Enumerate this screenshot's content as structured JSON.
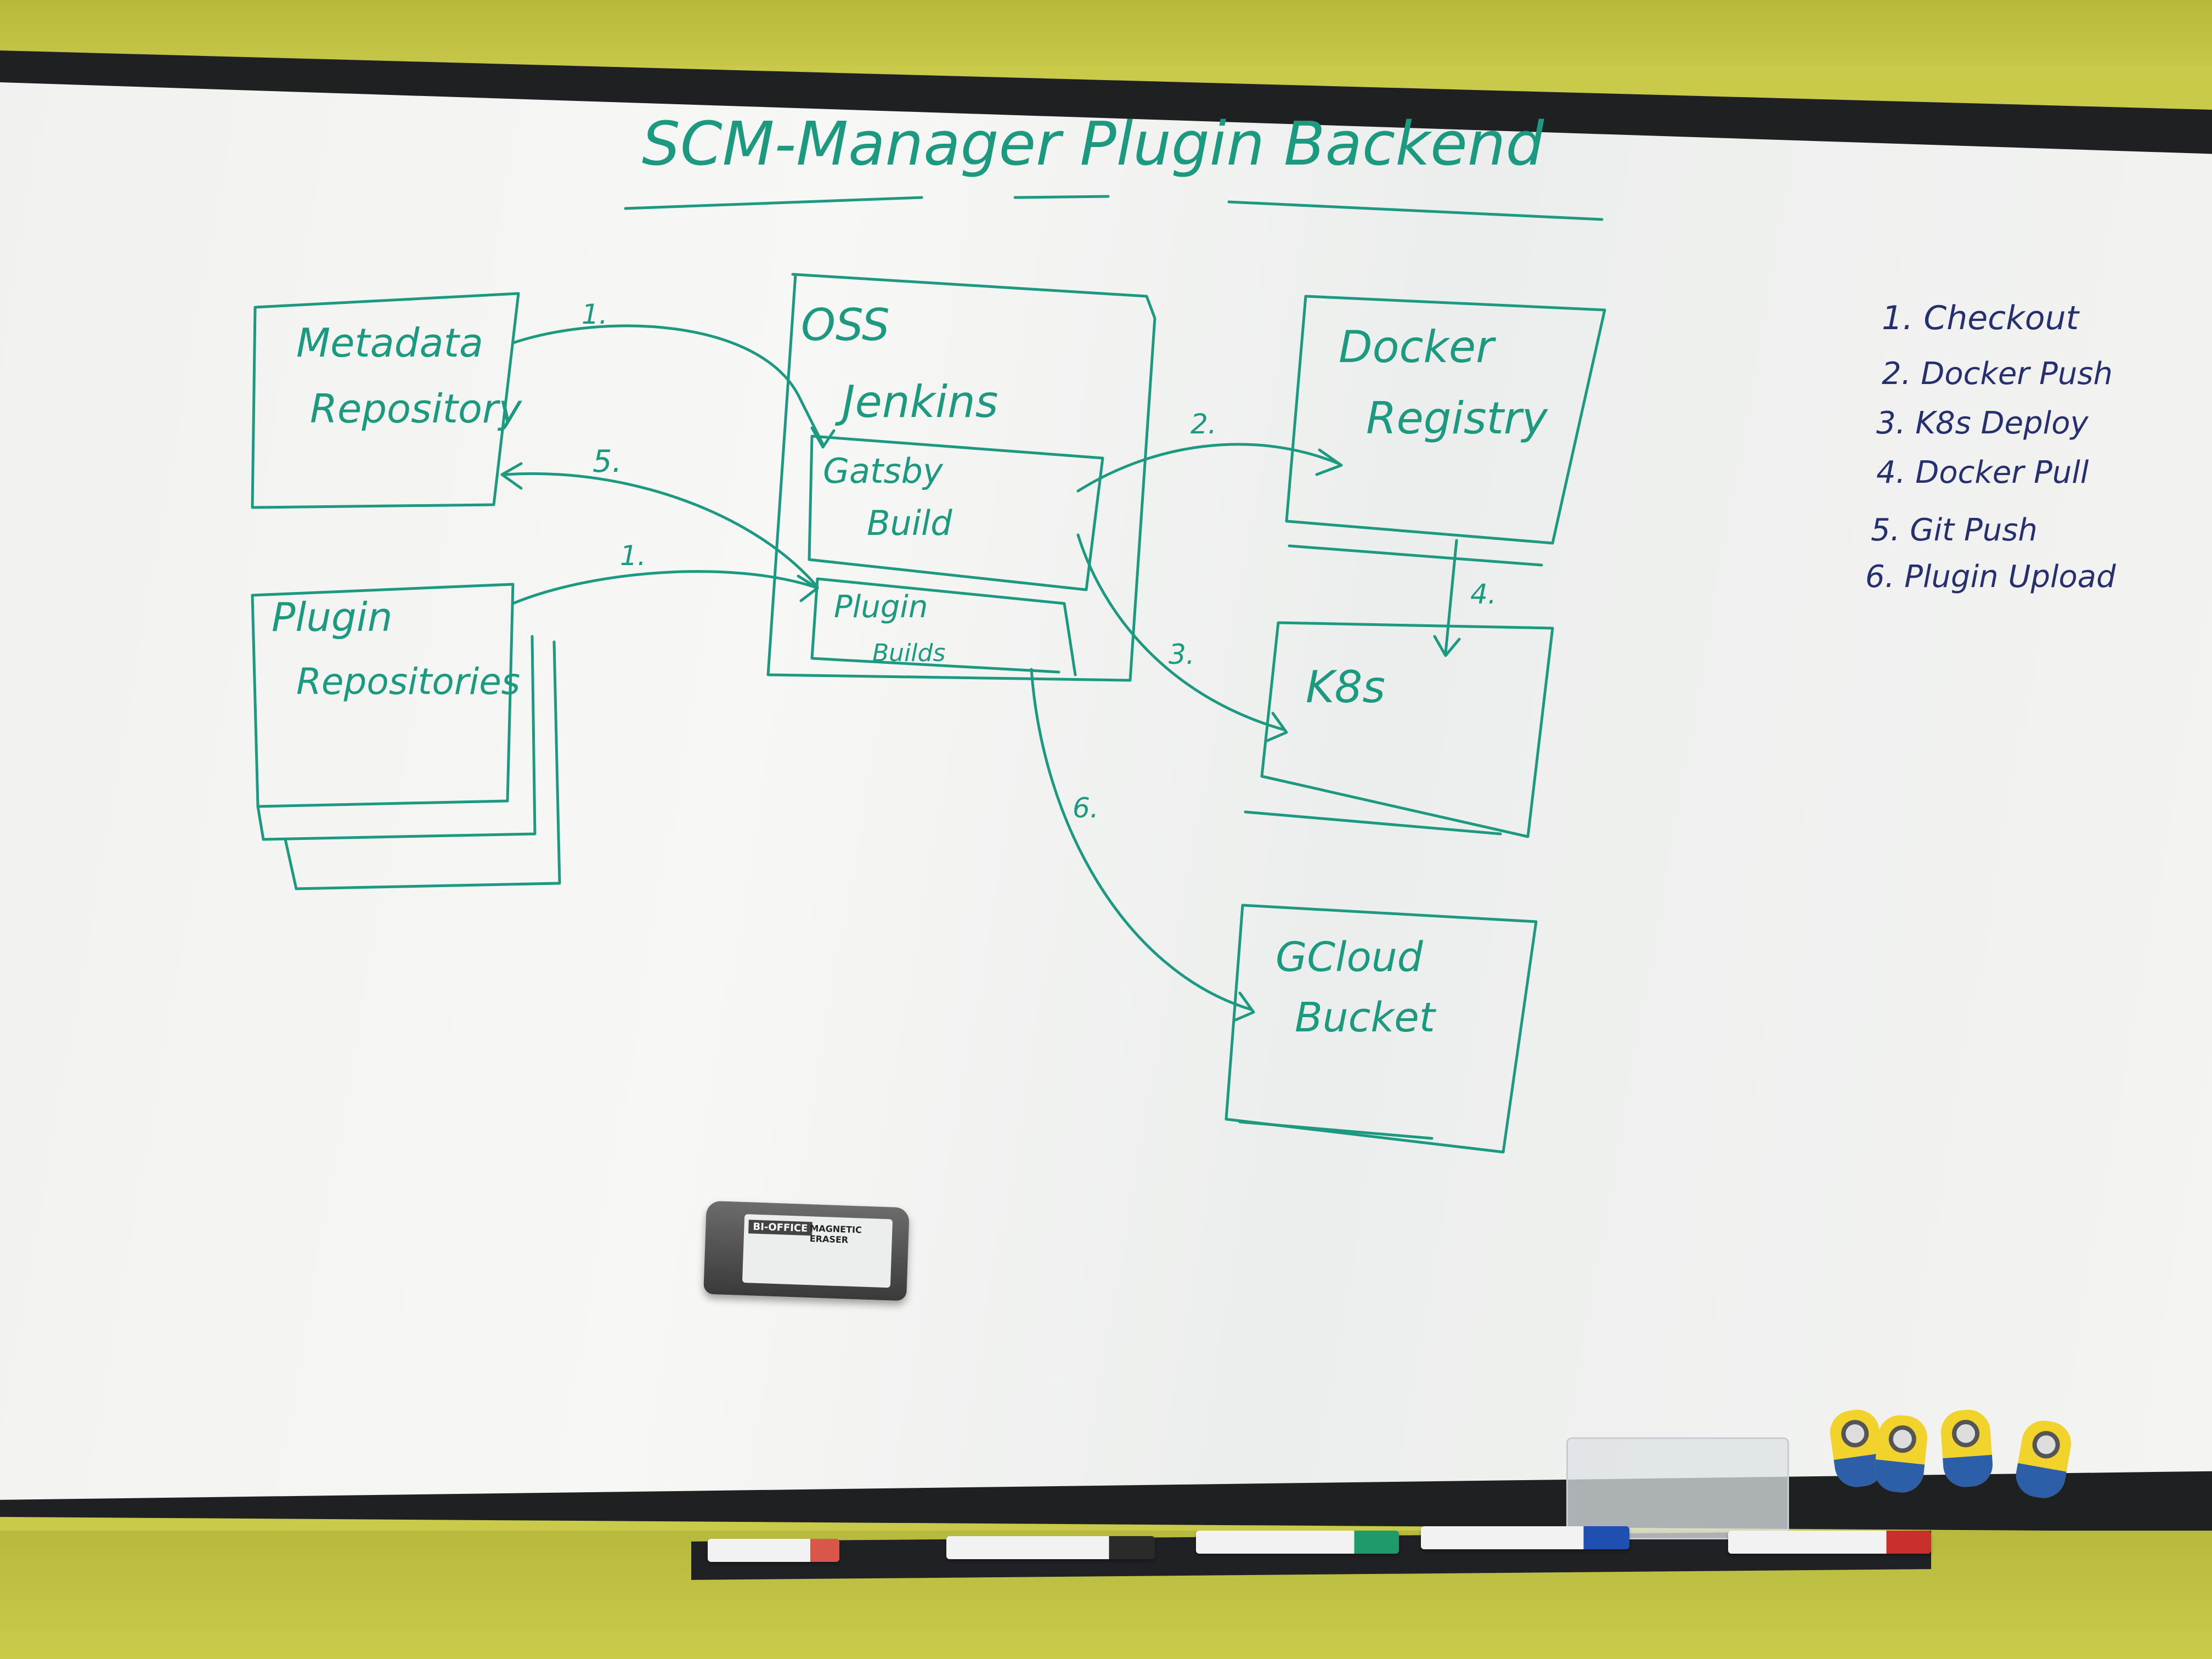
{
  "board": {
    "title": "SCM-Manager Plugin Backend",
    "boxes": {
      "metadata_repository": [
        "Metadata",
        "Repository"
      ],
      "plugin_repositories": [
        "Plugin",
        "Repositories"
      ],
      "oss_jenkins": [
        "OSS",
        "Jenkins"
      ],
      "gatsby_build": [
        "Gatsby",
        "Build"
      ],
      "plugin_builds": [
        "Plugin",
        "Builds"
      ],
      "docker_registry": [
        "Docker",
        "Registry"
      ],
      "k8s": [
        "K8s"
      ],
      "gcloud_bucket": [
        "GCloud",
        "Bucket"
      ]
    },
    "arrow_labels": {
      "checkout_metadata": "1.",
      "checkout_plugins": "1.",
      "docker_push": "2.",
      "k8s_deploy": "3.",
      "docker_pull": "4.",
      "git_push": "5.",
      "plugin_upload": "6."
    },
    "legend": [
      "1. Checkout",
      "2. Docker Push",
      "3. K8s Deploy",
      "4. Docker Pull",
      "5. Git Push",
      "6. Plugin Upload"
    ]
  },
  "eraser": {
    "brand": "BI-OFFICE",
    "title": "MAGNETIC ERASER"
  },
  "markers": [
    {
      "cap_color": "#d8574a",
      "body_color": "#f2f2f2"
    },
    {
      "cap_color": "#2a2a2a",
      "body_color": "#f2f2f2"
    },
    {
      "cap_color": "#1f9a6a",
      "body_color": "#f2f2f2"
    },
    {
      "cap_color": "#1f4fb0",
      "body_color": "#f2f2f2"
    },
    {
      "cap_color": "#c9302c",
      "body_color": "#f2f2f2"
    }
  ],
  "colors": {
    "green_ink": "#1b9a80",
    "blue_ink": "#26306e",
    "wall": "#c9c94a"
  }
}
